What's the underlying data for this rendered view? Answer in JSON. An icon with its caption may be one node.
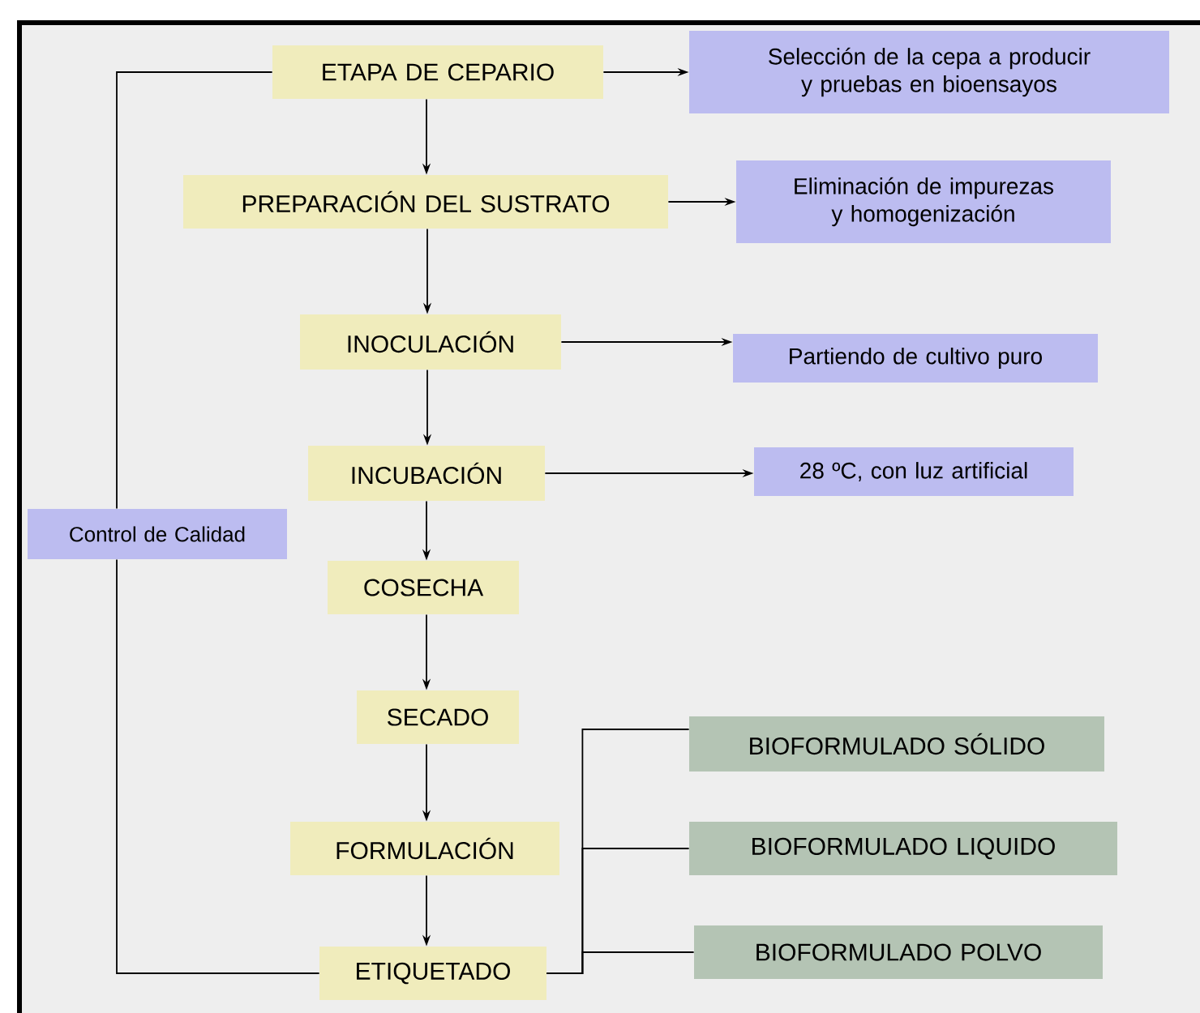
{
  "diagram": {
    "nodes": [
      {
        "text": [
          "ETAPA DE CEPARIO"
        ]
      },
      {
        "text": [
          "Selección de la cepa a producir y pruebas en bioensayos"
        ]
      },
      {
        "text": [
          "PREPARACIÓN DEL SUSTRATO"
        ]
      },
      {
        "text": [
          "Eliminación de impurezas y homogenización"
        ]
      },
      {
        "text": [
          "INOCULACIÓN"
        ]
      },
      {
        "text": [
          "Partiendo de cultivo puro"
        ]
      },
      {
        "text": [
          "INCUBACIÓN"
        ]
      },
      {
        "text": [
          "28 ºC, con luz artificial"
        ]
      },
      {
        "text": [
          "Control de Calidad"
        ]
      },
      {
        "text": [
          "COSECHA"
        ]
      },
      {
        "text": [
          "SECADO"
        ]
      },
      {
        "text": [
          "BIOFORMULADO SÓLIDO"
        ]
      },
      {
        "text": [
          "FORMULACIÓN"
        ]
      },
      {
        "text": [
          "BIOFORMULADO LIQUIDO"
        ]
      },
      {
        "text": [
          "ETIQUETADO"
        ]
      },
      {
        "text": [
          "BIOFORMULADO POLVO"
        ]
      }
    ],
    "edges": [
      {
        "from": 0,
        "to": 2,
        "arrow": "to"
      },
      {
        "from": 2,
        "to": 4,
        "arrow": "to"
      },
      {
        "from": 4,
        "to": 6,
        "arrow": "to"
      },
      {
        "from": 6,
        "to": 9,
        "arrow": "to"
      },
      {
        "from": 9,
        "to": 10,
        "arrow": "to"
      },
      {
        "from": 10,
        "to": 12,
        "arrow": "to"
      },
      {
        "from": 12,
        "to": 14,
        "arrow": "to"
      },
      {
        "from": 0,
        "to": 1,
        "arrow": "to"
      },
      {
        "from": 2,
        "to": 3,
        "arrow": "to"
      },
      {
        "from": 4,
        "to": 5,
        "arrow": "to"
      },
      {
        "from": 6,
        "to": 7,
        "arrow": "to"
      },
      {
        "from": 8,
        "to": 0,
        "arrow": "none"
      },
      {
        "from": 8,
        "to": 14,
        "arrow": "none"
      },
      {
        "from": 14,
        "to": 11,
        "arrow": "none"
      },
      {
        "from": 14,
        "to": 13,
        "arrow": "none"
      },
      {
        "from": 14,
        "to": 15,
        "arrow": "none"
      }
    ]
  }
}
